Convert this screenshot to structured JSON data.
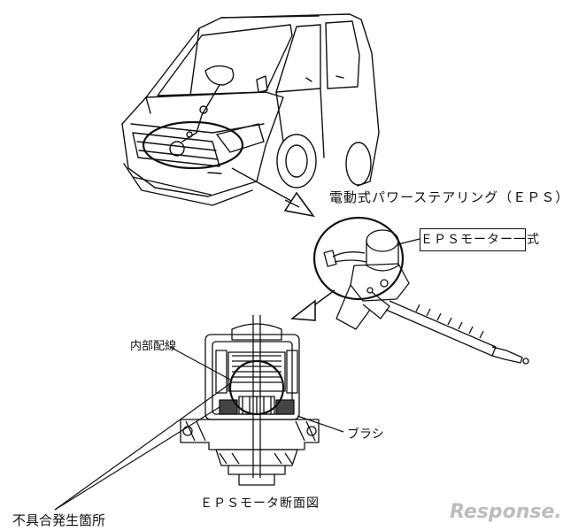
{
  "labels": {
    "eps_title": "電動式パワーステアリング（ＥＰＳ）",
    "motor_assembly": "ＥＰＳモーター一式",
    "internal_wiring": "内部配線",
    "brush": "ブラシ",
    "motor_section": "ＥＰＳモータ断面図",
    "defect_location": "不具合発生箇所"
  },
  "watermark": {
    "text": "Response."
  },
  "colors": {
    "line": "#111111",
    "watermark": "#bdbdbd"
  }
}
